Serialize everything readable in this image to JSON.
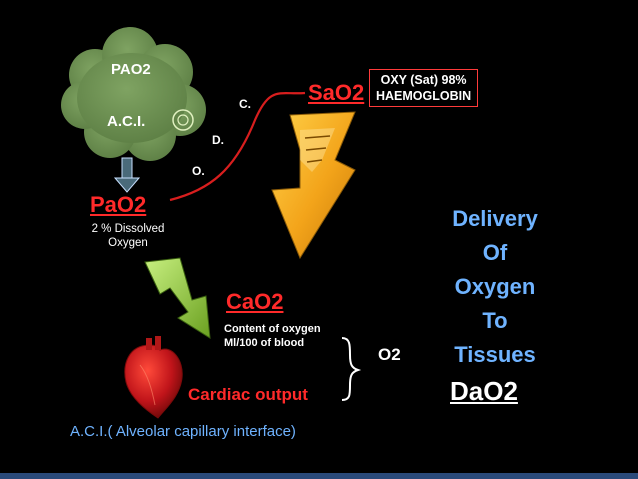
{
  "cloud": {
    "line1": "PAO2",
    "line2": "A.C.I."
  },
  "pao2": {
    "label": "PaO2",
    "desc_line1": "2 % Dissolved",
    "desc_line2": "Oxygen"
  },
  "curve_letters": {
    "o": "O.",
    "d": "D.",
    "c": "C."
  },
  "sao2": {
    "label": "SaO2",
    "box_line1": "OXY (Sat) 98%",
    "box_line2": "HAEMOGLOBIN"
  },
  "cao2": {
    "label": "CaO2",
    "desc_line1": "Content of oxygen",
    "desc_line2": "Ml/100 of blood"
  },
  "cardiac_output": "Cardiac output",
  "o2": "O2",
  "delivery": {
    "lines": [
      "Delivery",
      "Of",
      "Oxygen",
      "To",
      "Tissues"
    ],
    "dao2": "DaO2"
  },
  "footer_text": "A.C.I.( Alveolar capillary interface)",
  "colors": {
    "background": "#000000",
    "red_text": "#ff2a2a",
    "blue_text": "#6fb3ff",
    "cloud_green": "#6b8f4e",
    "arrow_orange": "#f2a51a",
    "arrow_green": "#9acd32"
  }
}
